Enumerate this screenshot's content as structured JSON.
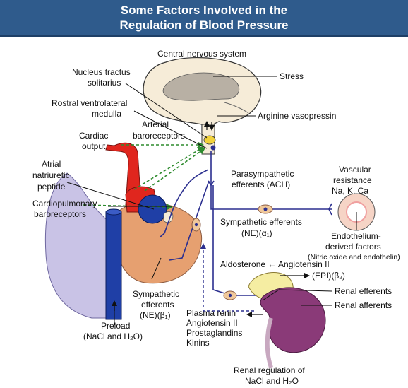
{
  "title": {
    "line1": "Some Factors Involved in the",
    "line2": "Regulation of Blood Pressure"
  },
  "colors": {
    "banner": "#2f5b8c",
    "lung": "#c9c3e6",
    "aorta": "#e0261e",
    "vena_cava": "#1f3fa6",
    "heart": "#e6a070",
    "kidney": "#8a3a78",
    "adrenal": "#f5eda2",
    "brain": "#f6ecd8",
    "parasympathetic_nerve": "#2b2f8f",
    "baroreceptor_signal": "#2e8b2e"
  },
  "labels": {
    "cns": "Central nervous system",
    "stress": "Stress",
    "nts_1": "Nucleus tractus",
    "nts_2": "solitarius",
    "rvlm_1": "Rostral ventrolateral",
    "rvlm_2": "medulla",
    "avp": "Arginine vasopressin",
    "arterial_1": "Arterial",
    "arterial_2": "baroreceptors",
    "cardiac_1": "Cardiac",
    "cardiac_2": "output",
    "anp_1": "Atrial",
    "anp_2": "natriuretic",
    "anp_3": "peptide",
    "cp_1": "Cardiopulmonary",
    "cp_2": "baroreceptors",
    "para_1": "Parasympathetic",
    "para_2": "efferents (ACH)",
    "vr_1": "Vascular",
    "vr_2": "resistance",
    "vr_3": "Na, K, Ca",
    "symp_a_1": "Sympathetic efferents",
    "symp_a_2": "(NE)(α₁)",
    "endo_1": "Endothelium-",
    "endo_2": "derived factors",
    "endo_3": "(Nitric oxide and endothelin)",
    "aldo": "Aldosterone ← Angiotensin II",
    "epi": "(EPI)(β₂)",
    "renal_eff": "Renal efferents",
    "renal_aff": "Renal afferents",
    "symp_b_1": "Sympathetic",
    "symp_b_2": "efferents",
    "symp_b_3": "(NE)(β₁)",
    "pr_1": "Plasma renin",
    "pr_2": "Angiotensin II",
    "pr_3": "Prostaglandins",
    "pr_4": "Kinins",
    "preload_1": "Preload",
    "preload_2": "(NaCl and H₂O)",
    "rr_1": "Renal regulation of",
    "rr_2": "NaCl and H₂O"
  }
}
